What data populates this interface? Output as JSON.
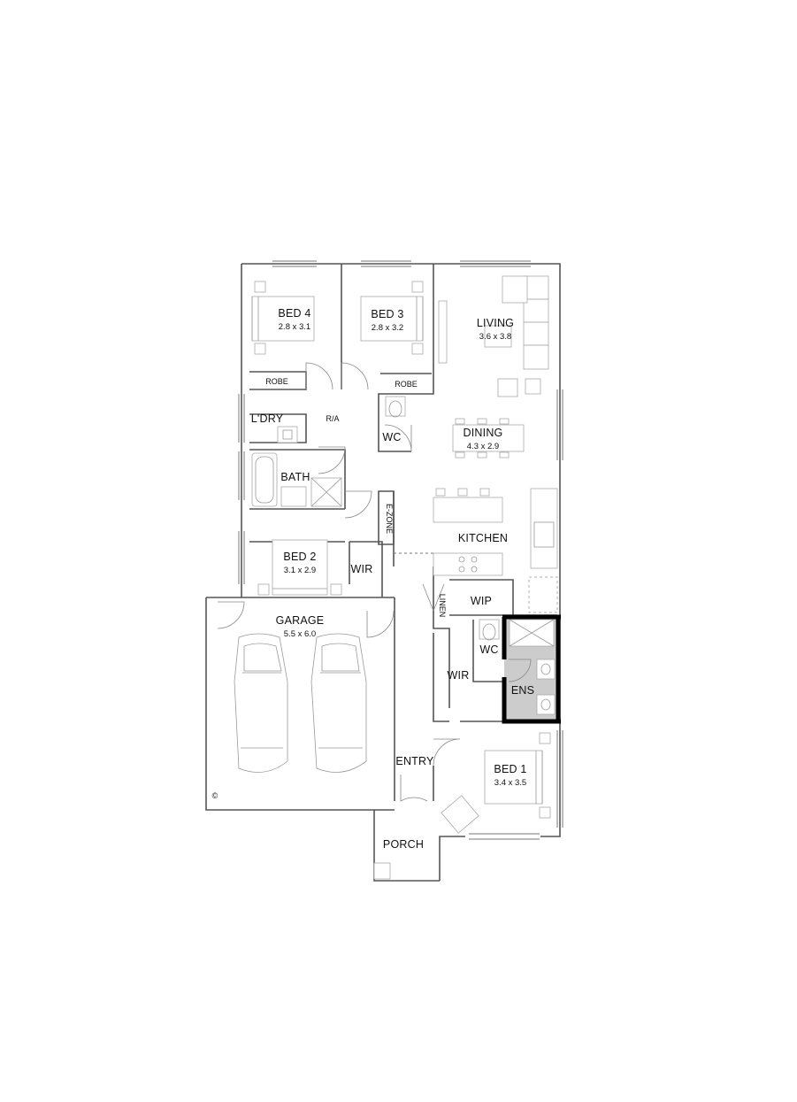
{
  "rooms": {
    "bed4": {
      "name": "BED 4",
      "dims": "2.8 x 3.1"
    },
    "bed3": {
      "name": "BED 3",
      "dims": "2.8 x 3.2"
    },
    "living": {
      "name": "LIVING",
      "dims": "3.6 x 3.8"
    },
    "robe1": {
      "name": "ROBE"
    },
    "robe2": {
      "name": "ROBE"
    },
    "laundry": {
      "name": "L'DRY"
    },
    "ra": {
      "name": "R/A"
    },
    "wc1": {
      "name": "WC"
    },
    "dining": {
      "name": "DINING",
      "dims": "4.3 x 2.9"
    },
    "bath": {
      "name": "BATH"
    },
    "ezone": {
      "name": "E-ZONE"
    },
    "kitchen": {
      "name": "KITCHEN"
    },
    "bed2": {
      "name": "BED 2",
      "dims": "3.1 x 2.9"
    },
    "wir1": {
      "name": "WIR"
    },
    "linen": {
      "name": "LINEN"
    },
    "wip": {
      "name": "WIP"
    },
    "garage": {
      "name": "GARAGE",
      "dims": "5.5 x 6.0"
    },
    "wc2": {
      "name": "WC"
    },
    "wir2": {
      "name": "WIR"
    },
    "ens": {
      "name": "ENS"
    },
    "entry": {
      "name": "ENTRY"
    },
    "bed1": {
      "name": "BED 1",
      "dims": "3.4 x 3.5"
    },
    "porch": {
      "name": "PORCH"
    }
  },
  "copyright_symbol": "©",
  "colors": {
    "wall": "#555555",
    "ensuite_fill": "#cccccc",
    "ensuite_wall": "#000000"
  }
}
